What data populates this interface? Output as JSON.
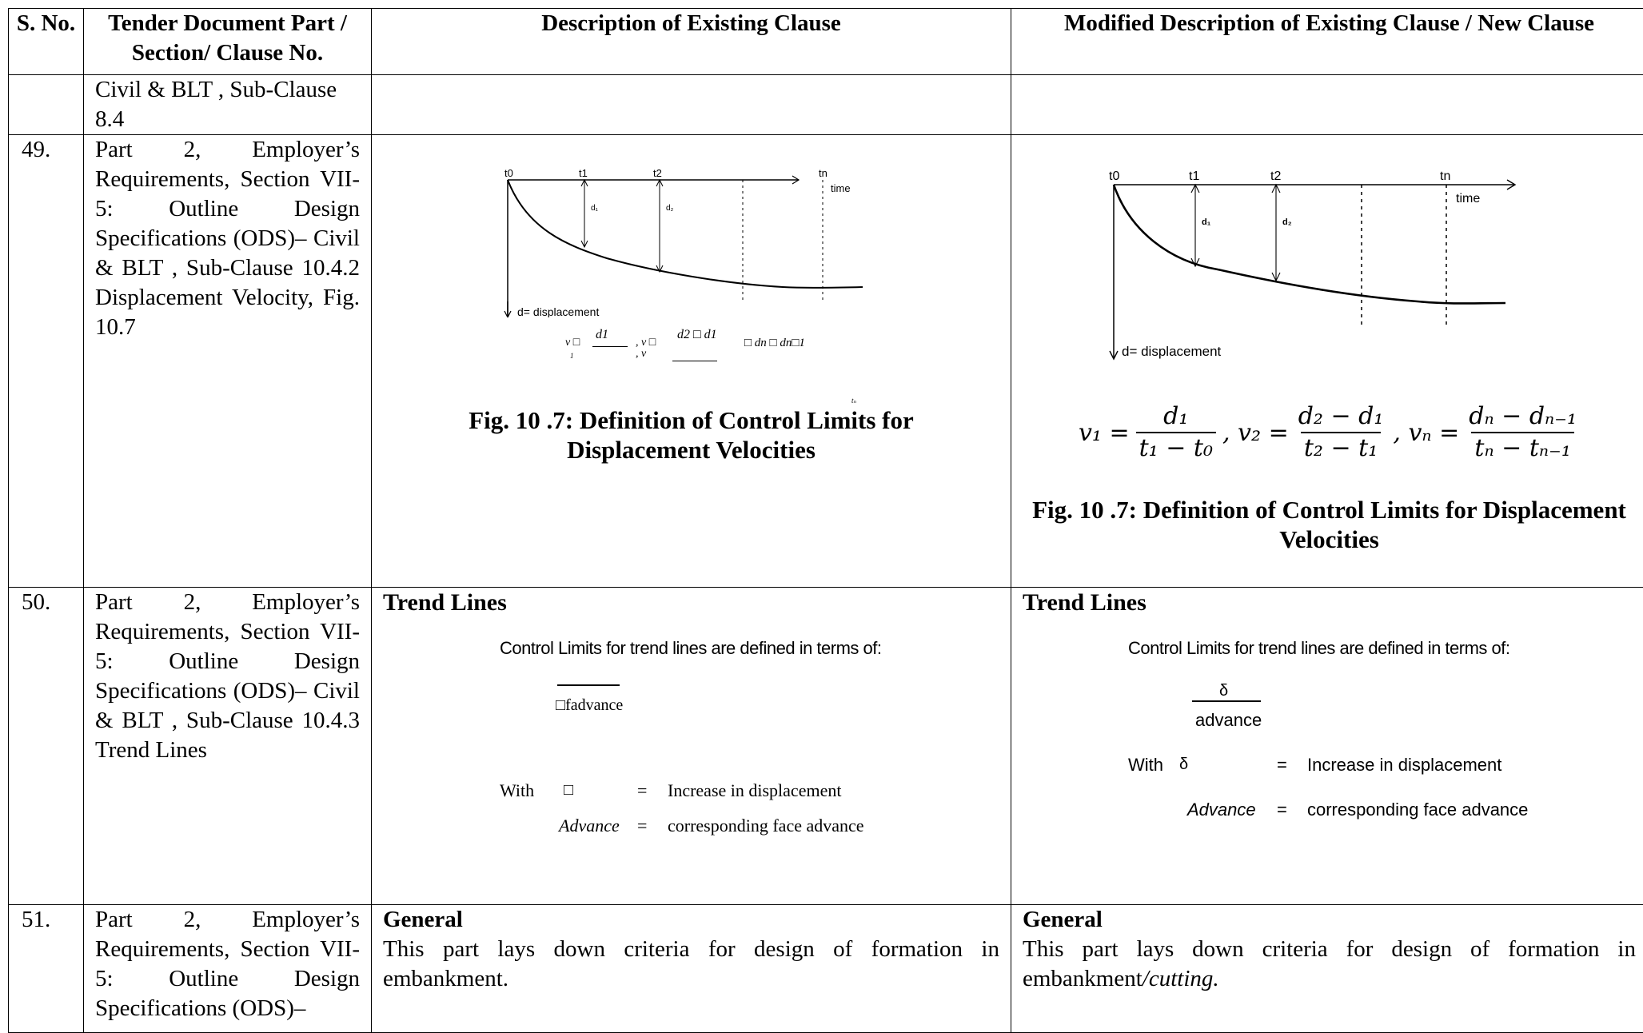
{
  "table": {
    "headers": {
      "sno": "S. No.",
      "section": "Tender Document Part / Section/ Clause No.",
      "existing": "Description of Existing Clause",
      "modified": "Modified Description of Existing Clause / New Clause"
    },
    "rows": [
      {
        "sno": "",
        "section": "Civil & BLT , Sub-Clause 8.4",
        "existing": "",
        "modified": ""
      },
      {
        "sno": "49.",
        "section": "Part 2, Employer’s Requirements, Section VII-5: Outline Design Specifications (ODS)– Civil & BLT , Sub-Clause 10.4.2 Displacement Velocity, Fig. 10.7",
        "existing": {
          "chart_labels": {
            "t0": "t0",
            "t1": "t1",
            "t2": "t2",
            "tn": "tn",
            "time": "time",
            "d1": "d₁",
            "d2": "d₂",
            "yaxis": "d= displacement"
          },
          "formula_garbled": {
            "a": "v □",
            "b": "d1",
            "c": ", v □",
            "d": "d2 □ d1",
            "e": "□ dn □ dn□1",
            "f": "1",
            "g": ", v",
            "h": "tₙ"
          },
          "caption": "Fig. 10 .7: Definition of Control Limits for Displacement Velocities"
        },
        "modified": {
          "chart_labels": {
            "t0": "t0",
            "t1": "t1",
            "t2": "t2",
            "tn": "tn",
            "time": "time",
            "d1": "d₁",
            "d2": "d₂",
            "yaxis": "d= displacement"
          },
          "formula": {
            "v1": "v₁ =",
            "f1_num": "d₁",
            "f1_den": "t₁ − t₀",
            "v2": ", v₂ =",
            "f2_num": "d₂ − d₁",
            "f2_den": "t₂ − t₁",
            "vn": ", vₙ =",
            "fn_num": "dₙ − dₙ₋₁",
            "fn_den": "tₙ − tₙ₋₁"
          },
          "caption": "Fig. 10 .7: Definition of Control Limits for Displacement Velocities"
        }
      },
      {
        "sno": "50.",
        "section": "Part 2, Employer’s Requirements, Section VII-5: Outline Design Specifications (ODS)– Civil & BLT , Sub-Clause 10.4.3 Trend Lines",
        "existing": {
          "title": "Trend Lines",
          "intro": "Control Limits for trend lines are defined in terms of:",
          "fraction": "□fadvance",
          "with": "With",
          "sym1": "□",
          "eq1": "=",
          "def1": "Increase in displacement",
          "sym2": "Advance",
          "eq2": "=",
          "def2": "corresponding face advance"
        },
        "modified": {
          "title": "Trend Lines",
          "intro": "Control Limits for trend lines are defined in terms of:",
          "frac_num": "δ",
          "frac_den": "advance",
          "with": "With",
          "sym1": "δ",
          "eq1": "=",
          "def1": "Increase in displacement",
          "sym2": "Advance",
          "eq2": "=",
          "def2": "corresponding face advance"
        }
      },
      {
        "sno": "51.",
        "section": "Part 2, Employer’s Requirements, Section VII-5: Outline Design Specifications (ODS)–",
        "existing": {
          "title": "General",
          "text": "This part lays down criteria for design of formation in embankment."
        },
        "modified": {
          "title": "General",
          "text_a": "This part lays down criteria for design of formation in embankment",
          "text_b": "/cutting."
        }
      }
    ]
  }
}
